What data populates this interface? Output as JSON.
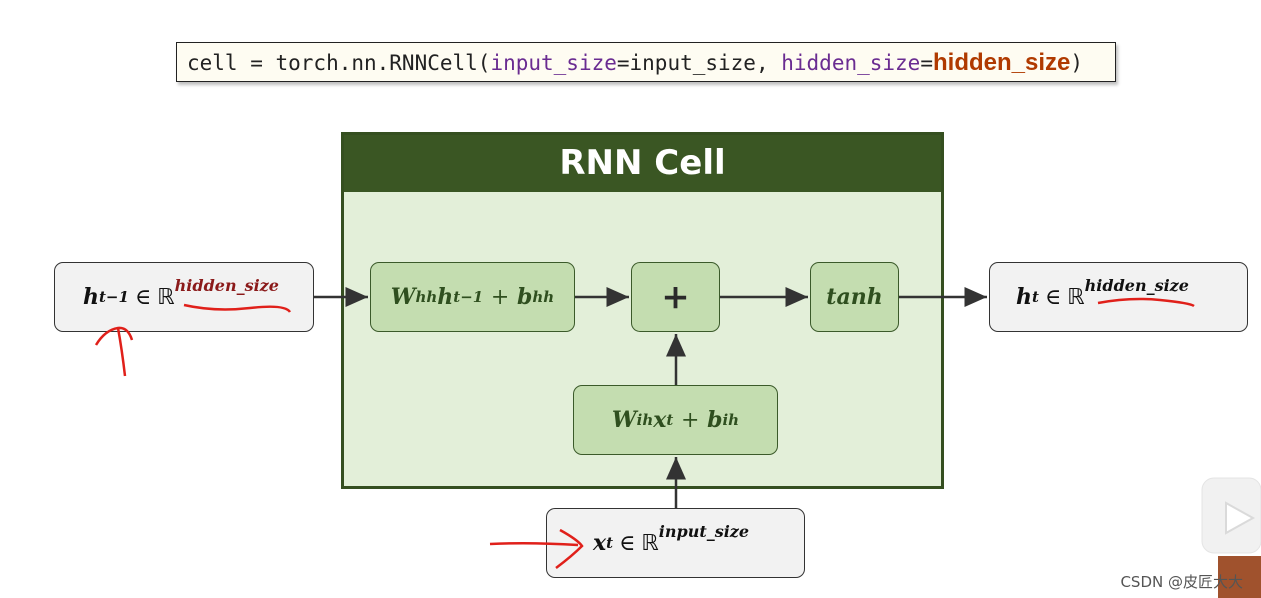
{
  "code": {
    "prefix": "cell = torch.nn.RNNCell(",
    "param1_name": "input_size",
    "param1_eq": "=input_size, ",
    "param2_name": "hidden_size",
    "param2_eq": "=",
    "param2_value": "hidden_size",
    "suffix": ")"
  },
  "cell": {
    "title": "RNN Cell"
  },
  "boxes": {
    "hidden_term": {
      "w": "W",
      "w_sub": "hh",
      "h": "h",
      "h_sub": "t−1",
      "plus": "+",
      "b": "b",
      "b_sub": "hh"
    },
    "plus": "+",
    "tanh": "tanh",
    "input_term": {
      "w": "W",
      "w_sub": "ih",
      "x": "x",
      "x_sub": "t",
      "plus": "+",
      "b": "b",
      "b_sub": "ih"
    }
  },
  "inputs": {
    "h_prev": {
      "var": "h",
      "sub": "t−1",
      "in": "∈",
      "set": "ℝ",
      "sup": "hidden_size"
    },
    "x_t": {
      "var": "x",
      "sub": "t",
      "in": "∈",
      "set": "ℝ",
      "sup": "input_size"
    }
  },
  "outputs": {
    "h_t": {
      "var": "h",
      "sub": "t",
      "in": "∈",
      "set": "ℝ",
      "sup": "hidden_size"
    }
  },
  "watermark": "CSDN @皮匠大大",
  "colors": {
    "header": "#3a5623",
    "cell_bg": "#e3efd9",
    "box_bg": "#c4ddb0",
    "annotation_red": "#e0201a"
  }
}
